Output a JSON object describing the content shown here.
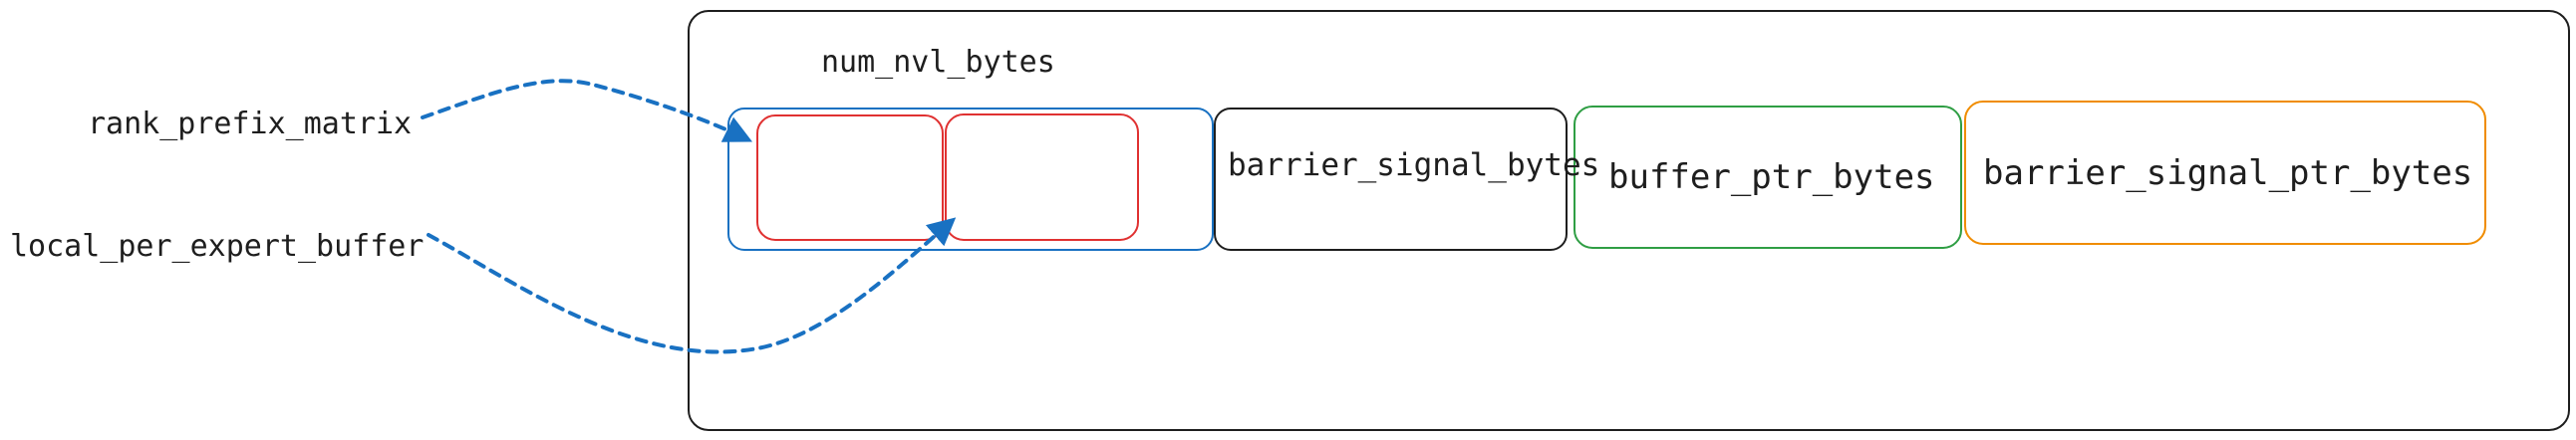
{
  "labels": {
    "num_nvl_bytes": "num_nvl_bytes",
    "rank_prefix_matrix": "rank_prefix_matrix",
    "local_per_expert_buffer": "local_per_expert_buffer",
    "barrier_signal_bytes": "barrier_signal_bytes",
    "buffer_ptr_bytes": "buffer_ptr_bytes",
    "barrier_signal_ptr_bytes": "barrier_signal_ptr_bytes"
  },
  "colors": {
    "outline": "#1e1e1e",
    "nvl_region": "#1971c2",
    "sub_buffer": "#e03131",
    "barrier_signal": "#1e1e1e",
    "buffer_ptr": "#2f9e44",
    "barrier_signal_ptr": "#f08c00",
    "arrow": "#1971c2"
  }
}
